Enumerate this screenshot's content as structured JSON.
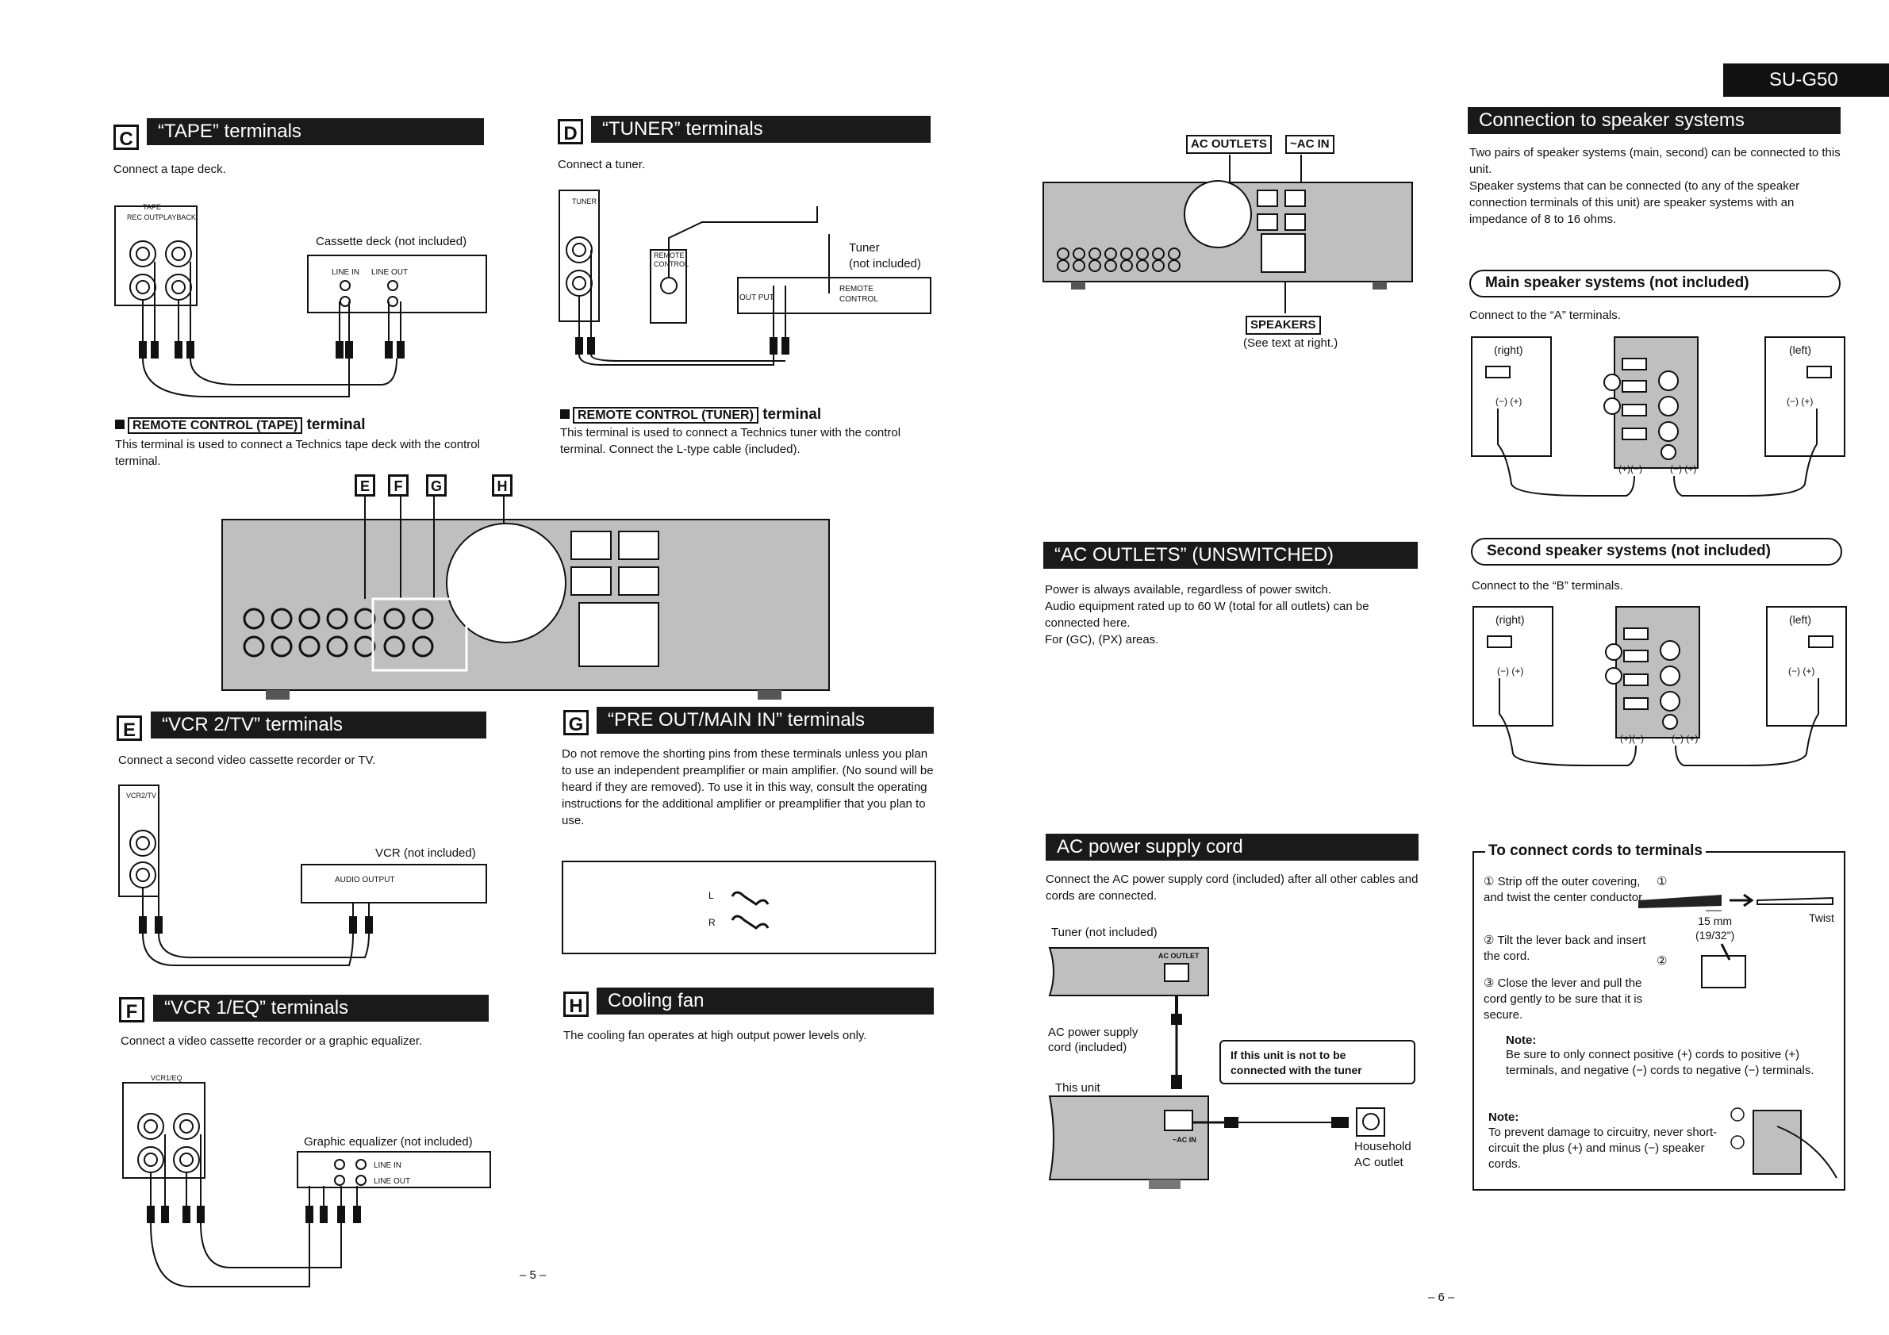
{
  "model": "SU-G50",
  "sections": {
    "tape": {
      "letter": "C",
      "title": "“TAPE” terminals",
      "desc": "Connect a tape deck.",
      "device": "Cassette deck (not included)",
      "panel_label": "TAPE",
      "rec_out": "REC OUT",
      "playback": "PLAYBACK",
      "line_in": "LINE IN",
      "line_out": "LINE OUT"
    },
    "remote_tape": {
      "label": "REMOTE CONTROL (TAPE)",
      "suffix": "terminal",
      "desc": "This terminal is used to connect a Technics tape deck with the control terminal."
    },
    "tuner": {
      "letter": "D",
      "title": "“TUNER” terminals",
      "desc": "Connect a tuner.",
      "device": "Tuner\n(not included)",
      "panel_label": "TUNER",
      "remote_control": "REMOTE\nCONTROL",
      "out_put": "OUT PUT",
      "remote_jack": "REMOTE\nCONTROL"
    },
    "remote_tuner": {
      "label": "REMOTE CONTROL (TUNER)",
      "suffix": "terminal",
      "desc": "This terminal is used to connect a Technics tuner with the control terminal. Connect the L-type cable (included)."
    },
    "panel_letters": [
      "E",
      "F",
      "G",
      "H"
    ],
    "vcr2": {
      "letter": "E",
      "title": "“VCR 2/TV” terminals",
      "desc": "Connect a second video cassette recorder or TV.",
      "device": "VCR (not included)",
      "audio_output": "AUDIO OUTPUT",
      "panel_label": "VCR2/TV"
    },
    "vcr1": {
      "letter": "F",
      "title": "“VCR 1/EQ” terminals",
      "desc": "Connect a video cassette recorder or a graphic equalizer.",
      "device": "Graphic equalizer (not included)",
      "line_in": "LINE IN",
      "line_out": "LINE OUT",
      "panel_label": "VCR1/EQ"
    },
    "preout": {
      "letter": "G",
      "title": "“PRE OUT/MAIN IN” terminals",
      "desc": "Do not remove the shorting pins from these terminals unless you plan to use an independent preamplifier or main amplifier. (No sound will be heard if they are removed). To use it in this way, consult the operating instructions for the additional amplifier or preamplifier that you plan to use."
    },
    "fan": {
      "letter": "H",
      "title": "Cooling fan",
      "desc": "The cooling fan operates at high output power levels only."
    },
    "rear": {
      "ac_outlets": "AC OUTLETS",
      "ac_in": "~AC IN",
      "speakers": "SPEAKERS",
      "see_text": "(See text at right.)"
    },
    "ac_outlets": {
      "title": "“AC OUTLETS” (UNSWITCHED)",
      "desc": "Power is always available, regardless of power switch.\nAudio equipment rated up to 60 W (total for all outlets) can be connected here.\nFor (GC), (PX) areas."
    },
    "ac_cord": {
      "title": "AC power supply cord",
      "desc": "Connect the AC power supply cord (included) after all other cables and cords are connected.",
      "tuner": "Tuner (not included)",
      "cord": "AC power supply\ncord (included)",
      "this_unit": "This unit",
      "warning": "If this unit is not to be connected with the tuner",
      "outlet": "Household\nAC outlet",
      "ac_outlet_tag": "AC OUTLET",
      "ac_in_tag": "~AC IN"
    },
    "speakers": {
      "title": "Connection to speaker systems",
      "desc": "Two pairs of speaker systems (main, second) can be connected to this unit.\nSpeaker systems that can be connected (to any of the speaker connection terminals of this unit) are speaker systems with an impedance of 8 to 16 ohms.",
      "main_title": "Main speaker systems (not included)",
      "main_desc": "Connect to the “A” terminals.",
      "second_title": "Second speaker systems (not included)",
      "second_desc": "Connect to the “B” terminals.",
      "right": "(right)",
      "left": "(left)",
      "polarity": "(−) (+)",
      "polarity2": "(+)(−)"
    },
    "cords": {
      "title": "To connect cords to terminals",
      "step1": "① Strip off the outer covering, and twist the center conductor.",
      "step2": "② Tilt the lever back and insert the cord.",
      "step3": "③ Close the lever and pull the cord gently to be sure that it is secure.",
      "note_label": "Note:",
      "note1": "Be sure to only connect positive (+) cords to positive (+) terminals, and negative (−) cords to negative (−) terminals.",
      "note2_label": "Note:",
      "note2": "To prevent damage to circuitry, never short-circuit the plus (+) and minus (−) speaker cords.",
      "mm": "15 mm\n(19/32\")",
      "twist": "Twist",
      "n1": "①",
      "n2": "②"
    }
  },
  "page_left": "– 5 –",
  "page_right": "– 6 –"
}
